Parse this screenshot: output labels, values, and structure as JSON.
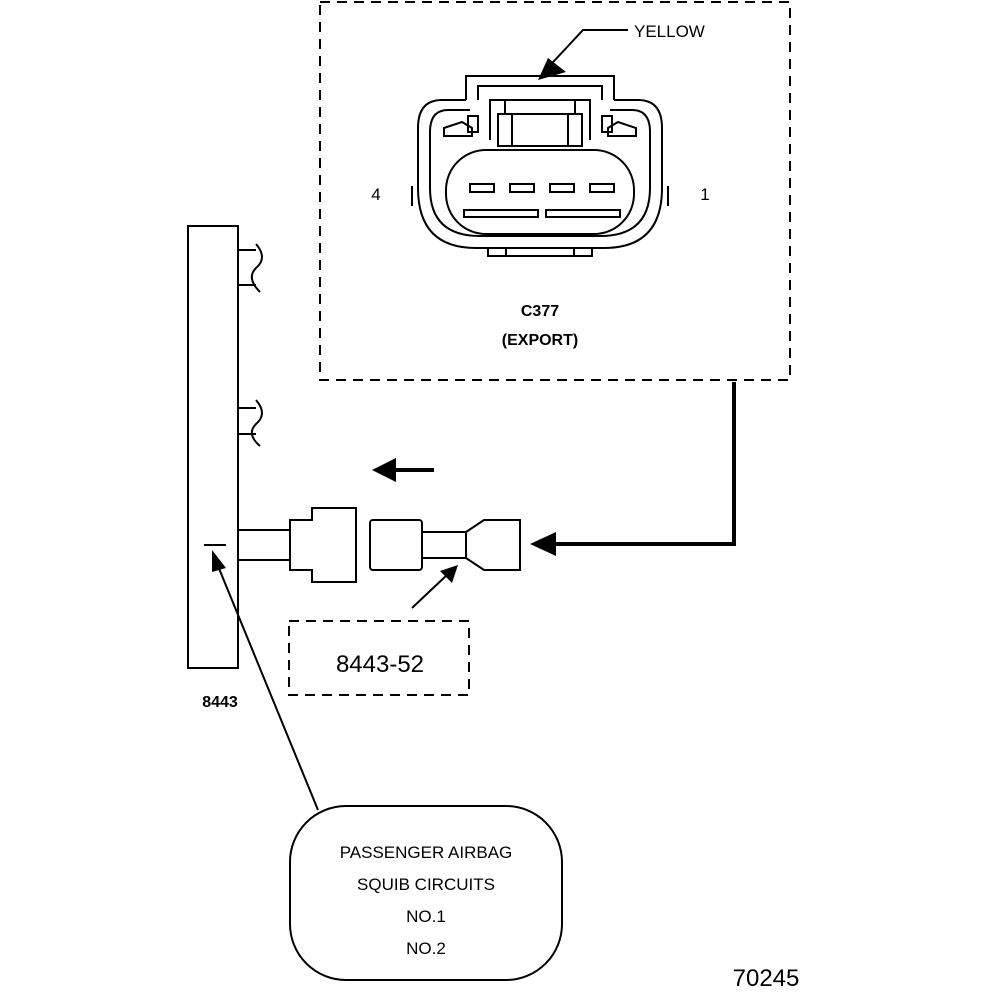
{
  "connector": {
    "color_label": "YELLOW",
    "pin_left": "4",
    "pin_right": "1",
    "name": "C377",
    "variant": "(EXPORT)"
  },
  "tester": {
    "label": "8443"
  },
  "adapter": {
    "label": "8443-52"
  },
  "note": {
    "line1": "PASSENGER AIRBAG",
    "line2": "SQUIB CIRCUITS",
    "line3": "NO.1",
    "line4": "NO.2"
  },
  "figure_number": "70245",
  "colors": {
    "ink": "#000000",
    "background": "#ffffff"
  }
}
